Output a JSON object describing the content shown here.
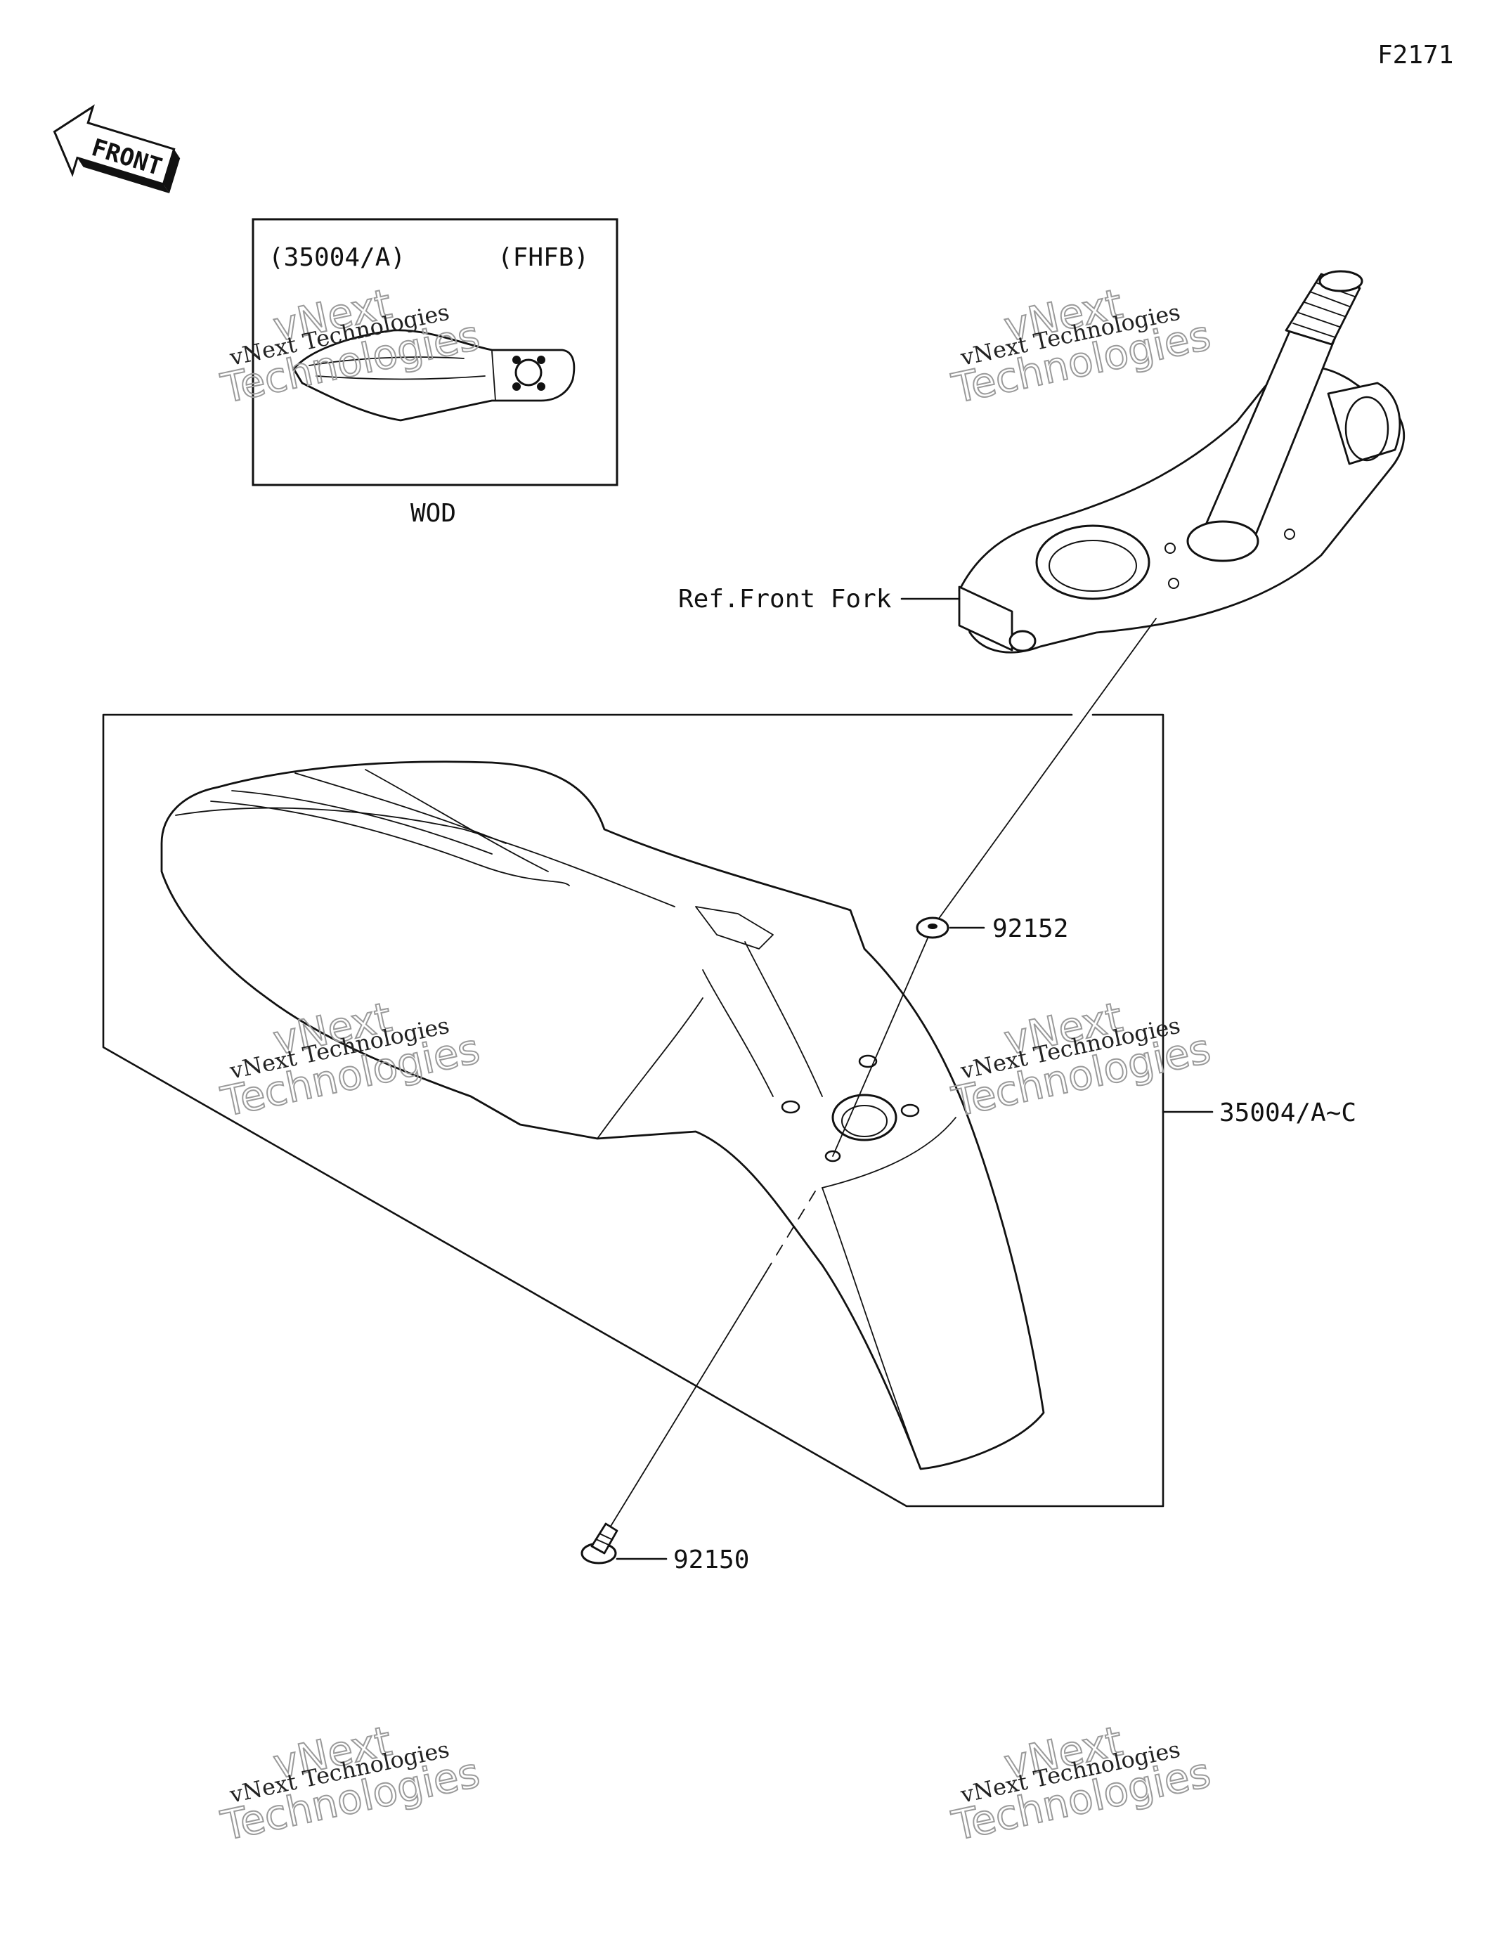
{
  "figure_code": "F2171",
  "front_arrow_label": "FRONT",
  "inset": {
    "part_ref": "(35004/A)",
    "variant": "(FHFB)",
    "caption": "WOD"
  },
  "callouts": {
    "front_fork": "Ref.Front Fork",
    "washer": "92152",
    "fender": "35004/A~C",
    "bolt": "92150"
  },
  "watermark": {
    "line1": "vNext Technologies",
    "line2": "vNext",
    "line3": "Technologies"
  }
}
